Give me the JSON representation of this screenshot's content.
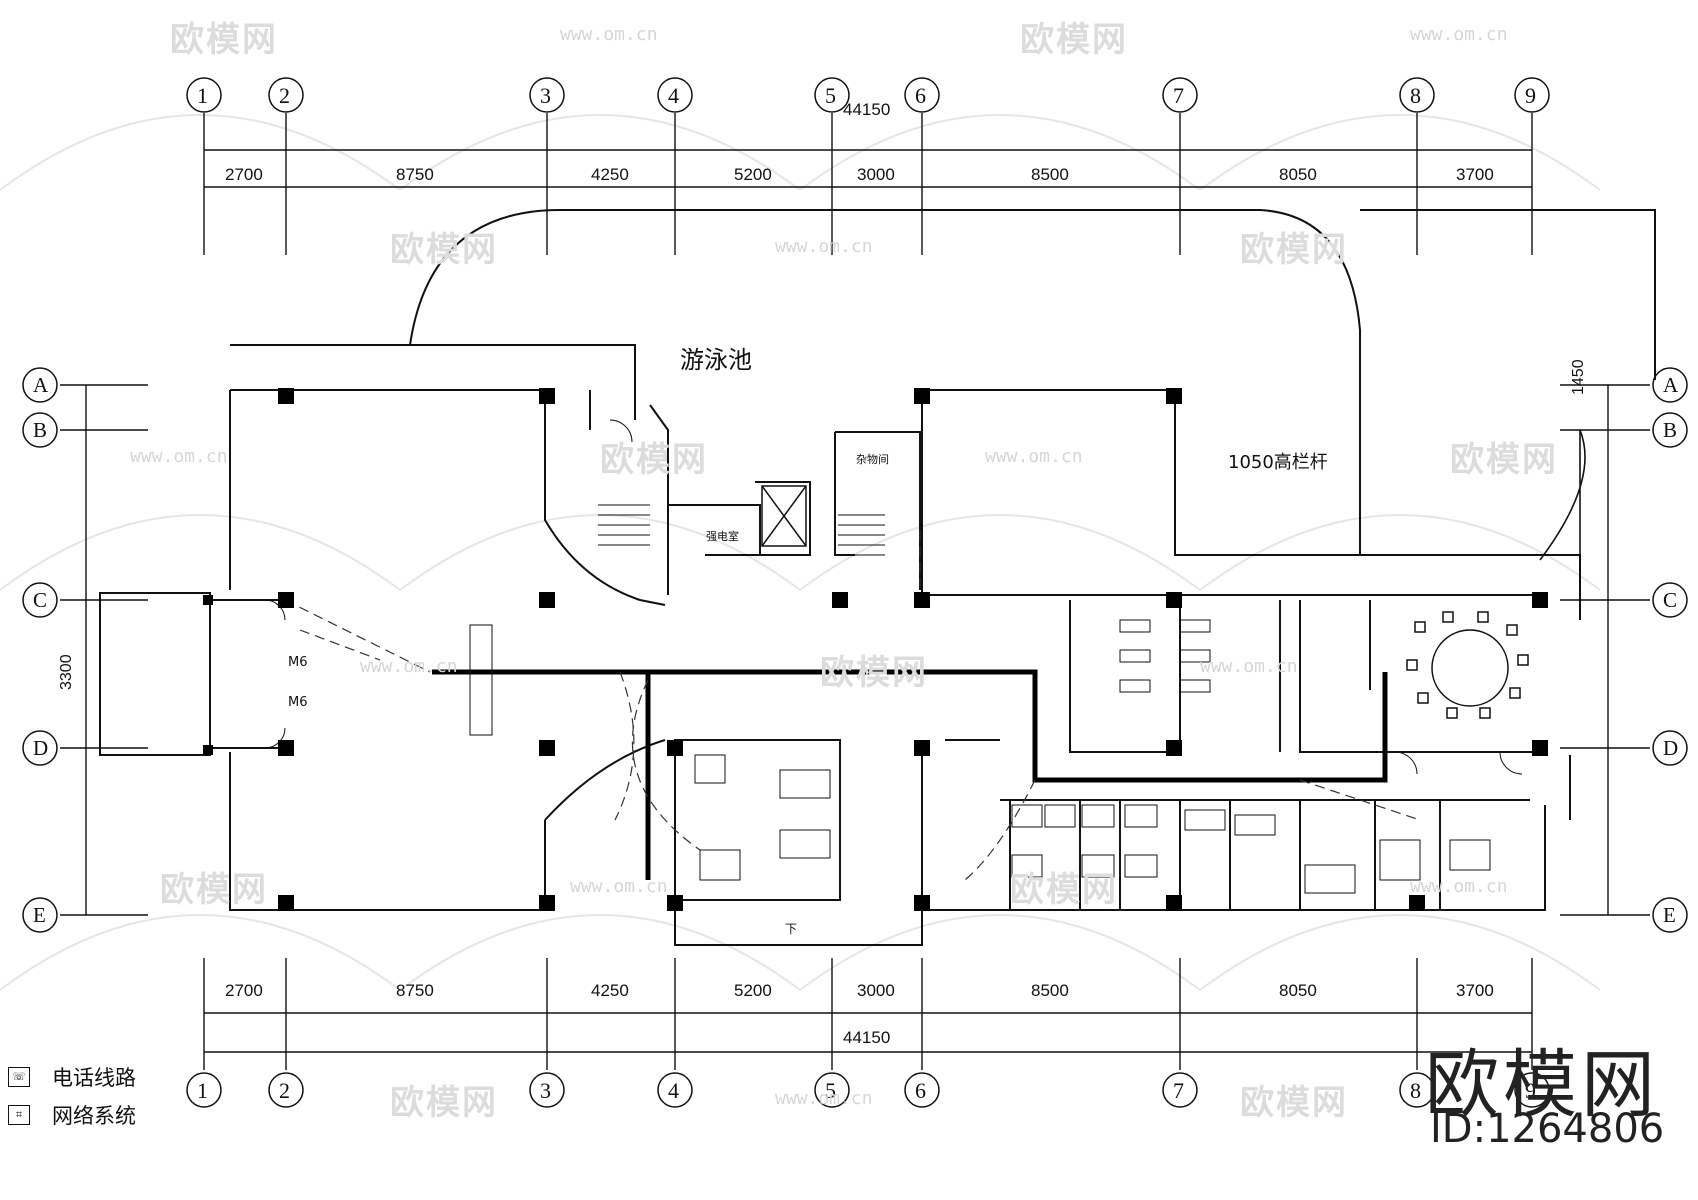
{
  "drawing": {
    "pool_label": "游泳池",
    "railing_label": "1050高栏杆",
    "north_total": "44150",
    "south_total": "44150",
    "grid_columns": [
      "1",
      "2",
      "3",
      "4",
      "5",
      "6",
      "7",
      "8",
      "9"
    ],
    "grid_rows": [
      "A",
      "B",
      "C",
      "D",
      "E"
    ],
    "column_spacings": [
      "2700",
      "8750",
      "4250",
      "5200",
      "3000",
      "8500",
      "8050",
      "3700"
    ],
    "row_dim_right": "1450",
    "row_dim_left": "3300",
    "down_label": "下",
    "store_room_label": "杂物间",
    "power_room_label": "强电室",
    "door_labels": [
      "M6",
      "M6"
    ],
    "colors": {
      "line": "#111111",
      "watermark": "#d8d8d8",
      "background": "#ffffff"
    }
  },
  "legend": [
    {
      "icon": "phone-outlet-icon",
      "label": "电话线路"
    },
    {
      "icon": "network-outlet-icon",
      "label": "网络系统"
    }
  ],
  "watermark": {
    "logo_text": "欧模网",
    "url_text": "www.om.cn",
    "brand": "欧模网",
    "id": "ID:1264806"
  }
}
